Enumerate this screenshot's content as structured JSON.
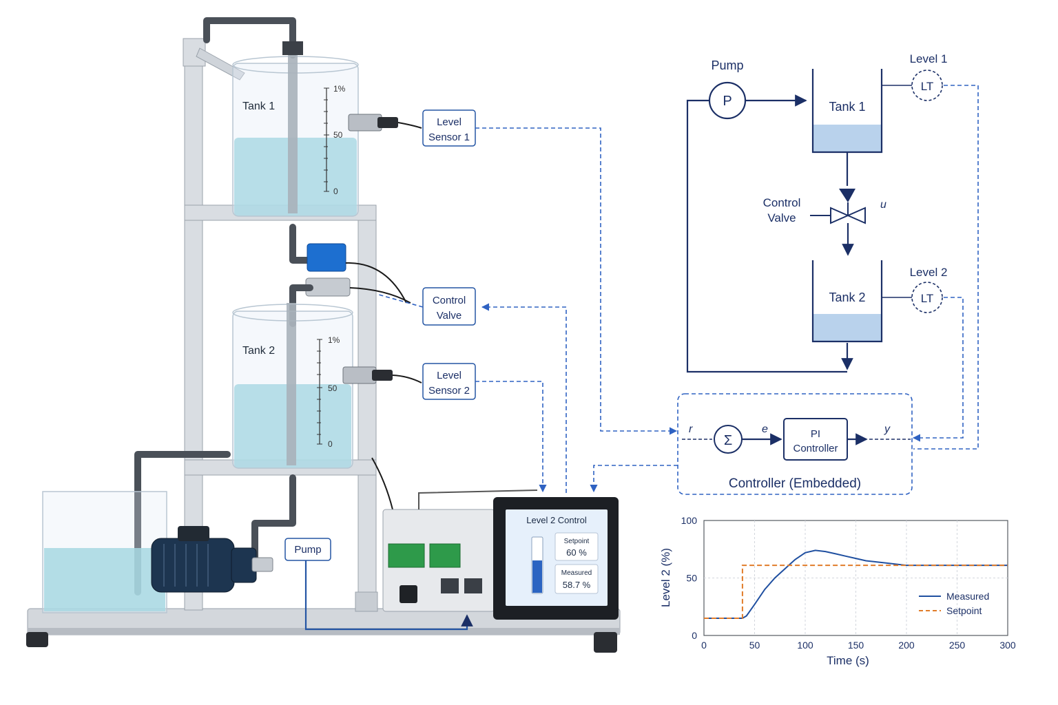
{
  "physical_rig": {
    "tank1_label": "Tank 1",
    "tank2_label": "Tank 2",
    "tank1_scale": [
      "1%",
      "50",
      "0"
    ],
    "tank2_scale": [
      "1%",
      "50",
      "0"
    ],
    "callouts": {
      "level_sensor_1": [
        "Level",
        "Sensor 1"
      ],
      "control_valve": [
        "Control",
        "Valve"
      ],
      "level_sensor_2": [
        "Level",
        "Sensor 2"
      ],
      "pump": "Pump"
    },
    "display": {
      "title": "Level 2 Control",
      "setpoint_label": "Setpoint",
      "setpoint_value": "60 %",
      "measured_label": "Measured",
      "measured_value": "58.7 %",
      "bar_level": 0.587
    }
  },
  "schematic": {
    "pump_label": "Pump",
    "pump_symbol": "P",
    "tank1": "Tank 1",
    "tank2": "Tank 2",
    "level1_label": "Level 1",
    "level2_label": "Level 2",
    "transmitter_symbol": "LT",
    "valve_label": [
      "Control",
      "Valve"
    ],
    "valve_signal": "u"
  },
  "controller": {
    "title": "Controller (Embedded)",
    "r": "r",
    "e": "e",
    "y": "y",
    "sum_symbol": "Σ",
    "block": [
      "PI",
      "Controller"
    ]
  },
  "colors": {
    "navy": "#1b2f66",
    "signal_blue": "#2f62c2",
    "measured": "#1f4fa0",
    "setpoint": "#e07b28",
    "water": "#8fd0db"
  },
  "chart_data": {
    "type": "line",
    "xlabel": "Time (s)",
    "ylabel": "Level 2 (%)",
    "xlim": [
      0,
      300
    ],
    "ylim": [
      0,
      100
    ],
    "xticks": [
      0,
      50,
      100,
      150,
      200,
      250,
      300
    ],
    "yticks": [
      0,
      50,
      100
    ],
    "grid": true,
    "legend_position": "bottom-right",
    "series": [
      {
        "name": "Measured",
        "style": "solid",
        "x": [
          0,
          38,
          42,
          50,
          60,
          70,
          80,
          90,
          100,
          110,
          120,
          130,
          140,
          150,
          160,
          170,
          180,
          190,
          200,
          220,
          250,
          300
        ],
        "y": [
          15,
          15,
          17,
          27,
          40,
          50,
          58,
          66,
          72,
          74,
          73,
          71,
          69,
          67,
          65,
          64,
          63,
          62,
          61,
          61,
          61,
          61
        ]
      },
      {
        "name": "Setpoint",
        "style": "dashed",
        "x": [
          0,
          38,
          38,
          300
        ],
        "y": [
          15,
          15,
          61,
          61
        ]
      }
    ]
  }
}
